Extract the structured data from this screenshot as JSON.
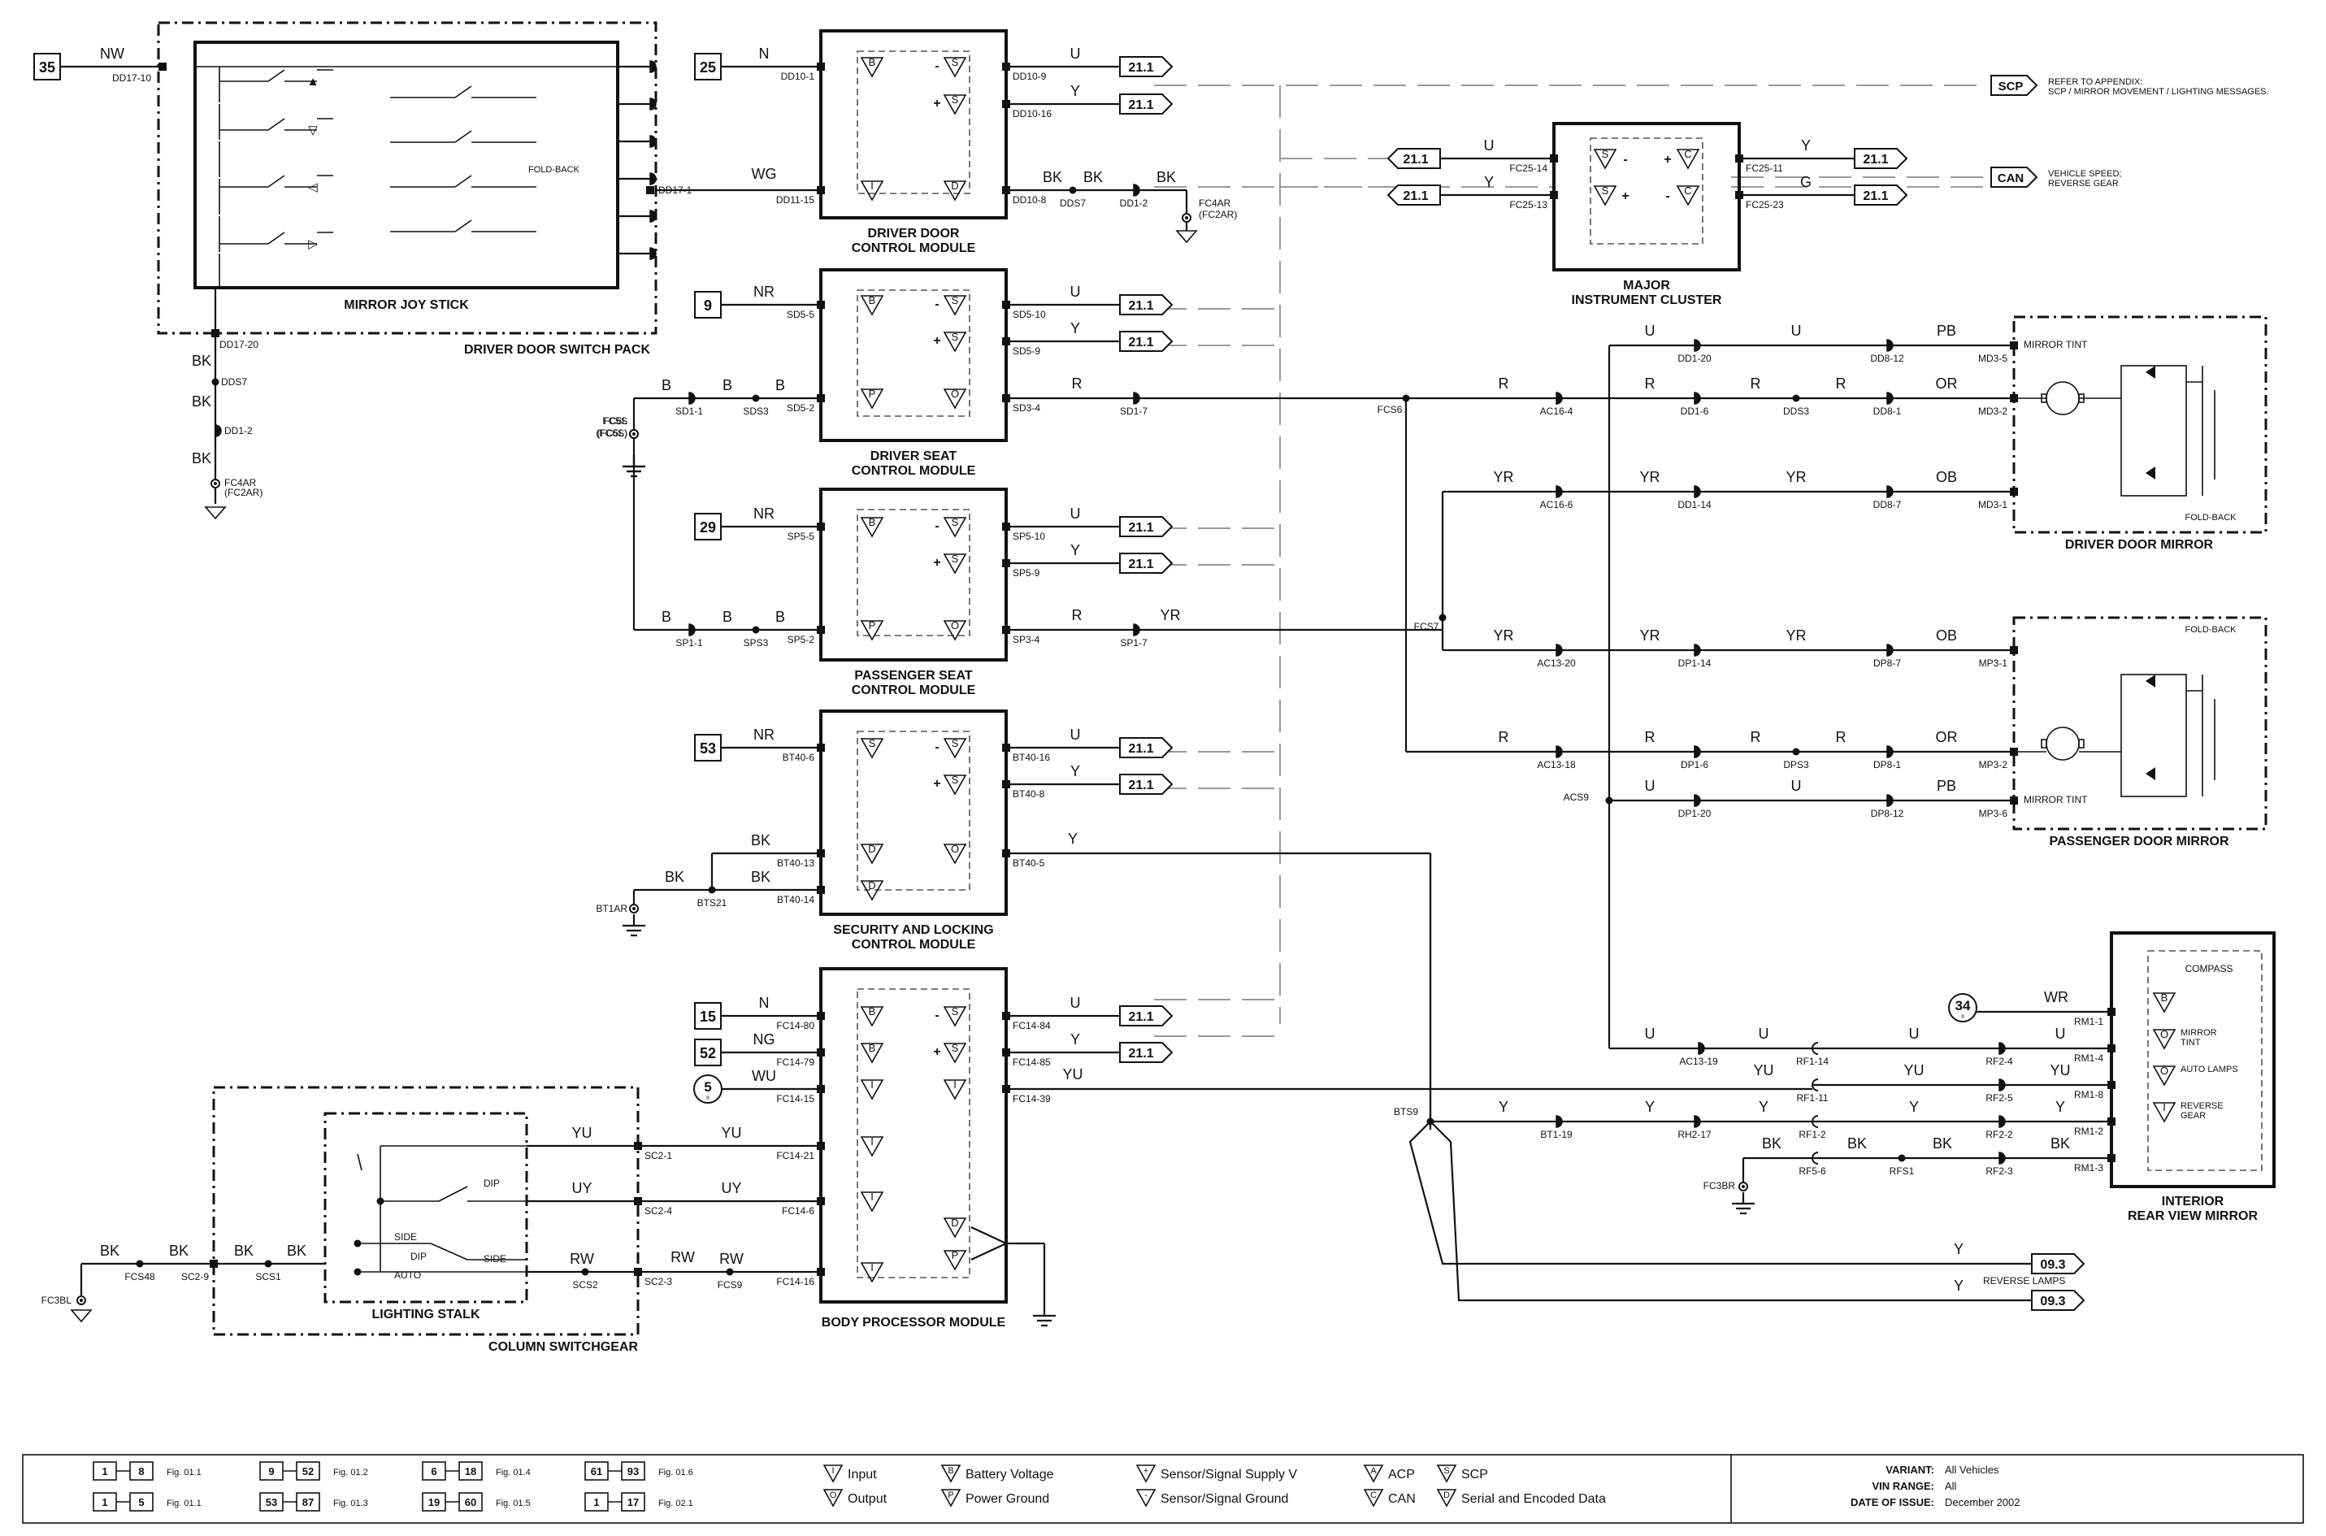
{
  "modules": [
    {
      "id": "ddcm",
      "title": [
        "DRIVER DOOR",
        "CONTROL MODULE"
      ],
      "left": [
        {
          "fig": "25",
          "wire": "N",
          "pin": "DD10-1",
          "sym": "B"
        },
        {
          "wire": "WG",
          "pin": "DD11-15",
          "sym": "I"
        }
      ],
      "right": [
        {
          "sym": "S",
          "sign": "-",
          "pin": "DD10-9",
          "wire": "U",
          "ref": "21.1"
        },
        {
          "sym": "S",
          "sign": "+",
          "pin": "DD10-16",
          "wire": "Y",
          "ref": "21.1"
        },
        {
          "sym": "D",
          "pin": "DD10-8",
          "wire": "BK"
        }
      ]
    },
    {
      "id": "dscm",
      "title": [
        "DRIVER SEAT",
        "CONTROL MODULE"
      ],
      "left": [
        {
          "fig": "9",
          "wire": "NR",
          "pin": "SD5-5",
          "sym": "B"
        },
        {
          "wire": "B",
          "pin": "SD5-2",
          "sym": "P"
        }
      ],
      "right": [
        {
          "sym": "S",
          "sign": "-",
          "pin": "SD5-10",
          "wire": "U",
          "ref": "21.1"
        },
        {
          "sym": "S",
          "sign": "+",
          "pin": "SD5-9",
          "wire": "Y",
          "ref": "21.1"
        },
        {
          "sym": "O",
          "pin": "SD3-4",
          "wire": "R"
        }
      ]
    },
    {
      "id": "pscm",
      "title": [
        "PASSENGER SEAT",
        "CONTROL MODULE"
      ],
      "left": [
        {
          "fig": "29",
          "wire": "NR",
          "pin": "SP5-5",
          "sym": "B"
        },
        {
          "wire": "B",
          "pin": "SP5-2",
          "sym": "P"
        }
      ],
      "right": [
        {
          "sym": "S",
          "sign": "-",
          "pin": "SP5-10",
          "wire": "U",
          "ref": "21.1"
        },
        {
          "sym": "S",
          "sign": "+",
          "pin": "SP5-9",
          "wire": "Y",
          "ref": "21.1"
        },
        {
          "sym": "O",
          "pin": "SP3-4",
          "wire": "R"
        }
      ]
    },
    {
      "id": "slcm",
      "title": [
        "SECURITY AND LOCKING",
        "CONTROL MODULE"
      ],
      "left": [
        {
          "fig": "53",
          "wire": "NR",
          "pin": "BT40-6",
          "sym": "S"
        },
        {
          "wire": "BK",
          "pin": "BT40-13",
          "sym": "D"
        },
        {
          "wire": "BK",
          "pin": "BT40-14",
          "sym": "D"
        }
      ],
      "right": [
        {
          "sym": "S",
          "sign": "-",
          "pin": "BT40-16",
          "wire": "U",
          "ref": "21.1"
        },
        {
          "sym": "S",
          "sign": "+",
          "pin": "BT40-8",
          "wire": "Y",
          "ref": "21.1"
        },
        {
          "sym": "O",
          "pin": "BT40-5",
          "wire": "Y"
        }
      ]
    },
    {
      "id": "bpm",
      "title": [
        "BODY PROCESSOR MODULE"
      ],
      "left": [
        {
          "fig": "15",
          "wire": "N",
          "pin": "FC14-80",
          "sym": "B"
        },
        {
          "fig": "52",
          "wire": "NG",
          "pin": "FC14-79",
          "sym": "B"
        },
        {
          "fig": "5",
          "wire": "WU",
          "pin": "FC14-15",
          "sym": "I"
        },
        {
          "wire": "YU",
          "pin": "FC14-21",
          "sym": "I"
        },
        {
          "wire": "UY",
          "pin": "FC14-6",
          "sym": "I"
        },
        {
          "wire": "RW",
          "pin": "FC14-16",
          "sym": "I"
        }
      ],
      "right": [
        {
          "sym": "S",
          "sign": "-",
          "pin": "FC14-84",
          "wire": "U",
          "ref": "21.1"
        },
        {
          "sym": "S",
          "sign": "+",
          "pin": "FC14-85",
          "wire": "Y",
          "ref": "21.1"
        },
        {
          "sym": "I",
          "pin": "FC14-39",
          "wire": "YU"
        },
        {
          "sym": "D"
        },
        {
          "sym": "P"
        }
      ]
    }
  ],
  "switch_pack": {
    "title": "DRIVER DOOR SWITCH PACK",
    "inner": "MIRROR JOY STICK",
    "fig": "35",
    "wire": "NW",
    "pin_in": "DD17-10",
    "pin_out": "DD17-1",
    "pin_gnd": "DD17-20",
    "foldback": "FOLD-BACK",
    "gnd_chain": [
      {
        "wire": "BK",
        "splice": "DDS7"
      },
      {
        "wire": "BK",
        "pin": "DD1-2"
      },
      {
        "wire": "BK",
        "ground": "FC4AR",
        "alt": "(FC2AR)"
      }
    ]
  },
  "ddcm_gnd": {
    "wire1": "BK",
    "splice": "DDS7",
    "wire2": "BK",
    "pin": "DD1-2",
    "wire3": "BK",
    "ground": "FC4AR",
    "alt": "(FC2AR)"
  },
  "seat_gnd": {
    "driver": {
      "ground": "FC6L",
      "alt": "(FC5L)",
      "pin": "SD1-1",
      "splice": "SDS3",
      "out_pin": "SD1-7",
      "wire": "B",
      "wire2": "B",
      "wire3": "B"
    },
    "passenger": {
      "ground": "FC5S",
      "alt": "(FC6S)",
      "pin": "SP1-1",
      "splice": "SPS3",
      "out_pin": "SP1-7",
      "wire": "B",
      "wire2": "B",
      "wire3": "B",
      "wire_out": "YR"
    }
  },
  "slcm_gnd": {
    "ground": "BT1AR",
    "splice": "BTS21",
    "wire": "BK"
  },
  "cluster": {
    "title": [
      "MAJOR",
      "INSTRUMENT CLUSTER"
    ],
    "left": [
      {
        "ref": "21.1",
        "wire": "U",
        "pin": "FC25-14",
        "sym": "S",
        "sign": "-"
      },
      {
        "ref": "21.1",
        "wire": "Y",
        "pin": "FC25-13",
        "sym": "S",
        "sign": "+"
      }
    ],
    "right": [
      {
        "sym": "C",
        "sign": "+",
        "pin": "FC25-11",
        "wire": "Y",
        "ref": "21.1"
      },
      {
        "sym": "C",
        "sign": "-",
        "pin": "FC25-23",
        "wire": "G",
        "ref": "21.1"
      }
    ]
  },
  "buses": [
    {
      "tag": "SCP",
      "note": [
        "REFER TO APPENDIX:",
        "SCP / MIRROR MOVEMENT / LIGHTING MESSAGES."
      ]
    },
    {
      "tag": "CAN",
      "note": [
        "VEHICLE SPEED;",
        "REVERSE GEAR"
      ]
    }
  ],
  "splices": {
    "fcs6": "FCS6",
    "fcs7": "FCS7",
    "acs9": "ACS9",
    "bts9": "BTS9"
  },
  "driver_mirror": {
    "title": "DRIVER DOOR MIRROR",
    "tint": "MIRROR TINT",
    "foldback": "FOLD-BACK",
    "rows": [
      {
        "w": [
          "U",
          "U",
          "PB"
        ],
        "pins": [
          "DD1-20",
          "DD8-12",
          "MD3-5"
        ]
      },
      {
        "w": [
          "R",
          "R",
          "R",
          "R",
          "OR"
        ],
        "pins": [
          "AC16-4",
          "DD1-6",
          "DDS3",
          "DD8-1",
          "MD3-2"
        ]
      },
      {
        "w": [
          "YR",
          "YR",
          "YR",
          "OB"
        ],
        "pins": [
          "AC16-6",
          "DD1-14",
          "DD8-7",
          "MD3-1"
        ]
      }
    ]
  },
  "passenger_mirror": {
    "title": "PASSENGER DOOR MIRROR",
    "tint": "MIRROR TINT",
    "foldback": "FOLD-BACK",
    "rows": [
      {
        "w": [
          "YR",
          "YR",
          "YR",
          "OB"
        ],
        "pins": [
          "AC13-20",
          "DP1-14",
          "DP8-7",
          "MP3-1"
        ]
      },
      {
        "w": [
          "R",
          "R",
          "R",
          "R",
          "OR"
        ],
        "pins": [
          "AC13-18",
          "DP1-6",
          "DPS3",
          "DP8-1",
          "MP3-2"
        ]
      },
      {
        "w": [
          "U",
          "U",
          "PB"
        ],
        "pins": [
          "DP1-20",
          "DP8-12",
          "MP3-6"
        ]
      }
    ]
  },
  "rear_mirror": {
    "title": [
      "INTERIOR",
      "REAR VIEW MIRROR"
    ],
    "compass": "COMPASS",
    "fig": "34",
    "rows": [
      {
        "w": [
          "WR"
        ],
        "pins": [
          "RM1-1"
        ],
        "label": "",
        "sym": "B"
      },
      {
        "w": [
          "U",
          "U",
          "U",
          "U"
        ],
        "pins": [
          "AC13-19",
          "RF1-14",
          "RF2-4",
          "RM1-4"
        ],
        "label": [
          "MIRROR",
          "TINT"
        ],
        "sym": "O"
      },
      {
        "w": [
          "YU",
          "YU",
          "YU"
        ],
        "pins": [
          "RF1-11",
          "RF2-5",
          "RM1-8"
        ],
        "label": [
          "AUTO LAMPS"
        ],
        "sym": "O"
      },
      {
        "w": [
          "Y",
          "Y",
          "Y",
          "Y",
          "Y"
        ],
        "pins": [
          "BT1-19",
          "RH2-17",
          "RF1-2",
          "RF2-2",
          "RM1-2"
        ],
        "label": [
          "REVERSE",
          "GEAR"
        ],
        "sym": "I"
      },
      {
        "w": [
          "BK",
          "BK",
          "BK",
          "BK"
        ],
        "pins": [
          "RF5-6",
          "RFS1",
          "RF2-3",
          "RM1-3"
        ],
        "sym": "D"
      }
    ],
    "ground": "FC3BR"
  },
  "outputs": [
    {
      "wire": "Y",
      "ref": "09.3"
    },
    {
      "wire": "Y",
      "ref": "09.3",
      "note": "REVERSE LAMPS"
    }
  ],
  "column": {
    "title": "COLUMN SWITCHGEAR",
    "stalk": "LIGHTING STALK",
    "dip": "DIP",
    "side": "SIDE",
    "auto": "AUTO",
    "rows": [
      {
        "wire": "YU",
        "pin": "SC2-1",
        "wire2": "YU"
      },
      {
        "wire": "UY",
        "pin": "SC2-4",
        "wire2": "UY"
      },
      {
        "wire": "RW",
        "pin": "SC2-3",
        "wire2": "RW",
        "wire3": "RW"
      }
    ],
    "gnd": {
      "ground": "FC3BL",
      "w1": "BK",
      "s1": "FCS48",
      "w2": "BK",
      "pin": "SC2-9",
      "w3": "BK",
      "s2": "SCS1",
      "w4": "BK",
      "s3": "SCS2",
      "s4": "FCS9"
    }
  },
  "legend": {
    "figs": [
      [
        "1",
        "8",
        "Fig. 01.1"
      ],
      [
        "1",
        "5",
        "Fig. 01.1"
      ],
      [
        "9",
        "52",
        "Fig. 01.2"
      ],
      [
        "53",
        "87",
        "Fig. 01.3"
      ],
      [
        "6",
        "18",
        "Fig. 01.4"
      ],
      [
        "19",
        "60",
        "Fig. 01.5"
      ],
      [
        "61",
        "93",
        "Fig. 01.6"
      ],
      [
        "1",
        "17",
        "Fig. 02.1"
      ]
    ],
    "symbols": [
      [
        "I",
        "Input"
      ],
      [
        "O",
        "Output"
      ],
      [
        "B",
        "Battery Voltage"
      ],
      [
        "P",
        "Power Ground"
      ],
      [
        "+",
        "Sensor/Signal Supply V"
      ],
      [
        "-",
        "Sensor/Signal Ground"
      ],
      [
        "A",
        "ACP"
      ],
      [
        "C",
        "CAN"
      ],
      [
        "S",
        "SCP"
      ],
      [
        "D",
        "Serial and Encoded Data"
      ]
    ],
    "meta": [
      [
        "VARIANT:",
        "All Vehicles"
      ],
      [
        "VIN RANGE:",
        "All"
      ],
      [
        "DATE OF ISSUE:",
        "December 2002"
      ]
    ]
  }
}
